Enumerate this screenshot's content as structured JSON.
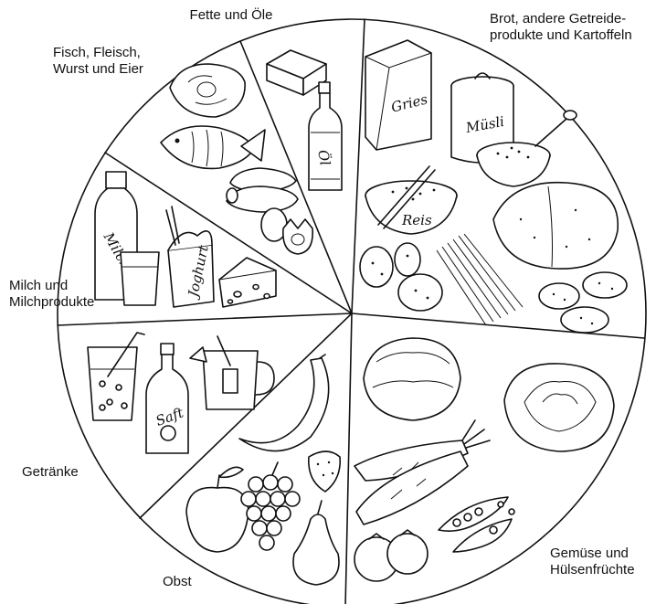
{
  "segments": [
    {
      "id": "fette",
      "label": "Fette und Öle"
    },
    {
      "id": "brot",
      "label": "Brot, andere Getreide-\nprodukte und Kartoffeln"
    },
    {
      "id": "gemuese",
      "label": "Gemüse und\nHülsenfrüchte"
    },
    {
      "id": "obst",
      "label": "Obst"
    },
    {
      "id": "getraenke",
      "label": "Getränke"
    },
    {
      "id": "milch",
      "label": "Milch und\nMilchprodukte"
    },
    {
      "id": "fisch",
      "label": "Fisch, Fleisch,\nWurst und Eier"
    }
  ],
  "package_labels": {
    "oel": "Öl",
    "gries": "Gries",
    "muesli": "Müsli",
    "reis": "Reis",
    "milch": "Milch",
    "joghurt": "Joghurt",
    "saft": "Saft"
  },
  "colors": {
    "ink": "#111111",
    "background": "#ffffff"
  }
}
